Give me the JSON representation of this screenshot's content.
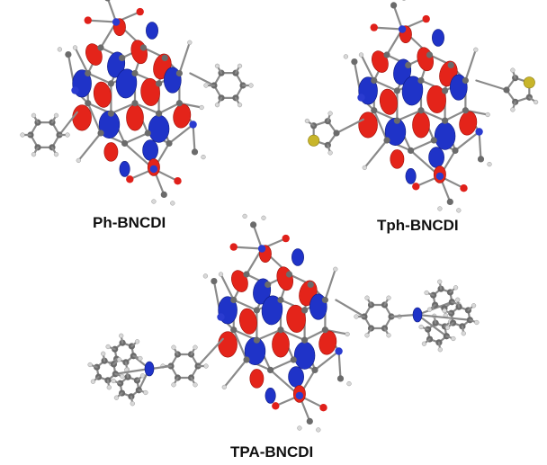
{
  "panels": [
    {
      "label": "Ph-BNCDI",
      "substituent": "phenyl"
    },
    {
      "label": "Tph-BNCDI",
      "substituent": "thiophene"
    },
    {
      "label": "TPA-BNCDI",
      "substituent": "triphenylamine"
    }
  ],
  "colors": {
    "lobe_positive": "#e4241a",
    "lobe_negative": "#1f33c8",
    "carbon": "#6b6b6b",
    "hydrogen": "#d8d8d8",
    "nitrogen": "#2a3bd0",
    "oxygen": "#e0201a",
    "sulfur": "#c8b52a"
  }
}
